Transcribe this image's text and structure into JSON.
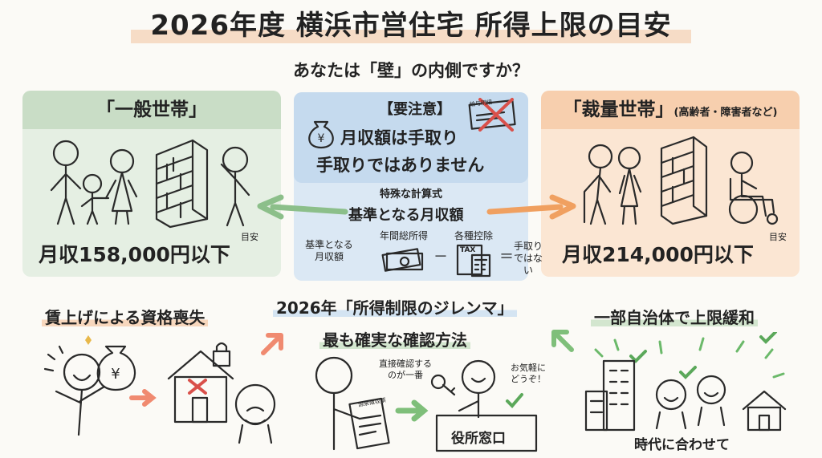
{
  "title": "2026年度 横浜市営住宅 所得上限の目安",
  "subtitle": "あなたは「壁」の内側ですか？",
  "general": {
    "heading": "「一般世帯」",
    "amount": "月収158,000円以下",
    "mean": "目安"
  },
  "discretion": {
    "heading": "「裁量世帯」",
    "heading_note": "(高齢者・障害者など)",
    "amount": "月収214,000円以下",
    "mean": "目安"
  },
  "caution": {
    "heading": "【要注意】",
    "line1": "月収額は手取り",
    "line2": "手取りではありません",
    "card_label": "給与明細"
  },
  "formula": {
    "caption1": "特殊な計算式",
    "caption2": "基準となる月収額",
    "left_label": "基準となる\n月収額",
    "term1": "年間総所得",
    "minus": "－",
    "term2": "各種控除",
    "equals": "＝",
    "result": "手取り\nではない",
    "tax": "TAX"
  },
  "bottom": {
    "left_title": "賃上げによる資格喪失",
    "center_title": "2026年「所得制限のジレンマ」",
    "center_sub": "最も確実な確認方法",
    "speech1": "直接確認する\nのが一番",
    "speech2": "お気軽に\nどうぞ！",
    "doc_label": "源泉徴収票",
    "desk_label": "役所窓口",
    "right_title": "一部自治体で上限緩和",
    "right_caption": "時代に合わせて"
  },
  "colors": {
    "green": "#c9ddc6",
    "orange": "#f7cfae",
    "blue": "#c5daee",
    "accent_red": "#d9504a"
  }
}
